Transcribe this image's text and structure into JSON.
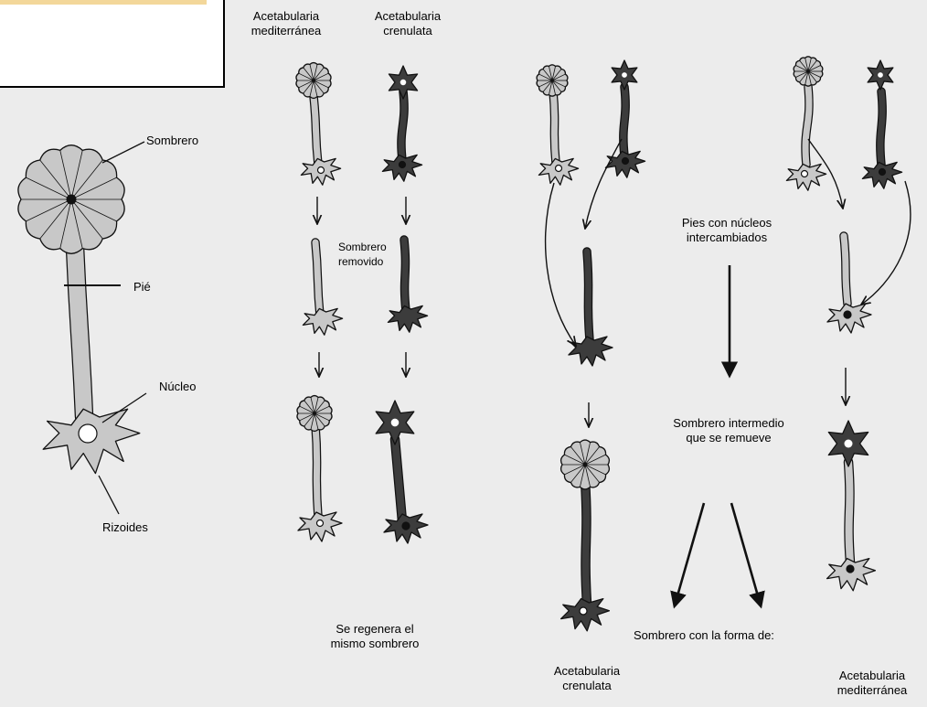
{
  "labels": {
    "part_cap": "Sombrero",
    "part_stalk": "Pié",
    "part_nucleus": "Núcleo",
    "part_rhizoids": "Rizoides",
    "species_med_line1": "Acetabularia",
    "species_med_line2": "mediterránea",
    "species_cren_line1": "Acetabularia",
    "species_cren_line2": "crenulata",
    "cap_removed_line1": "Sombrero",
    "cap_removed_line2": "removido",
    "same_cap_line1": "Se regenera el",
    "same_cap_line2": "mismo sombrero",
    "swap_line1": "Pies con núcleos",
    "swap_line2": "intercambiados",
    "intermediate_line1": "Sombrero intermedio",
    "intermediate_line2": "que se remueve",
    "cap_shape": "Sombrero con la forma de:",
    "result_left_line1": "Acetabularia",
    "result_left_line2": "crenulata",
    "result_right_line1": "Acetabularia",
    "result_right_line2": "mediterránea"
  },
  "colors": {
    "background": "#ececec",
    "light_fill": "#c8c8c8",
    "dark_fill": "#3c3c3c",
    "outline": "#111111",
    "inset_strip": "#f3d79a"
  }
}
